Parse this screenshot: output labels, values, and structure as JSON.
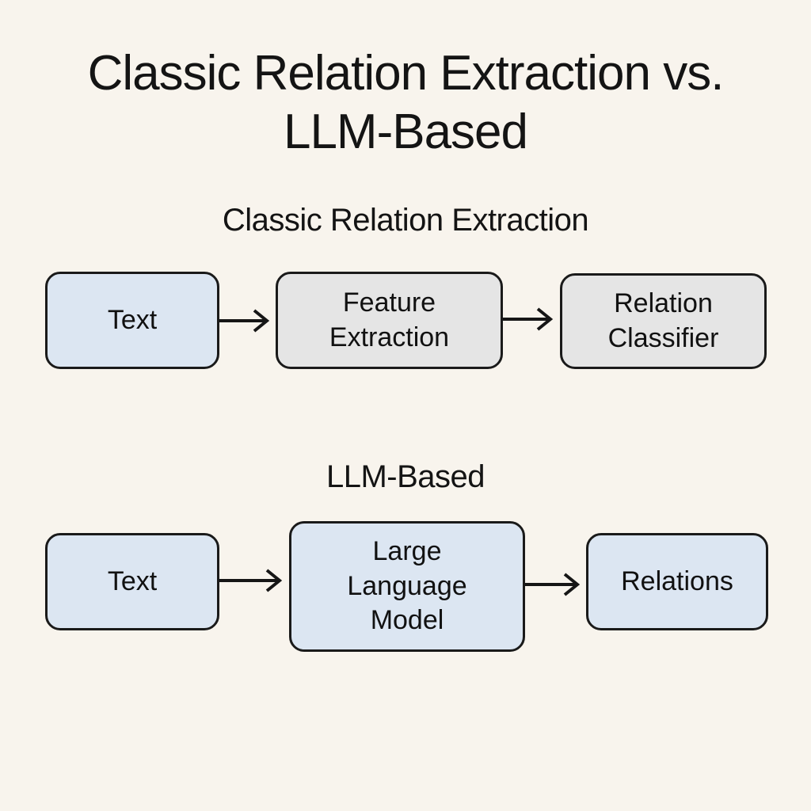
{
  "title": {
    "line1": "Classic Relation Extraction vs.",
    "line2": "LLM-Based"
  },
  "colors": {
    "background": "#f8f4ed",
    "box_blue": "#dce6f2",
    "box_gray": "#e5e5e5",
    "border": "#1a1a1a",
    "text": "#141414"
  },
  "icons": {
    "arrow": "arrow-right-icon"
  },
  "sections": [
    {
      "heading": "Classic Relation Extraction",
      "nodes": [
        {
          "label": "Text",
          "fill": "blue"
        },
        {
          "label": "Feature Extraction",
          "fill": "gray"
        },
        {
          "label": "Relation Classifier",
          "fill": "gray"
        }
      ]
    },
    {
      "heading": "LLM-Based",
      "nodes": [
        {
          "label": "Text",
          "fill": "blue"
        },
        {
          "label": "Large Language Model",
          "fill": "blue"
        },
        {
          "label": "Relations",
          "fill": "blue"
        }
      ]
    }
  ]
}
